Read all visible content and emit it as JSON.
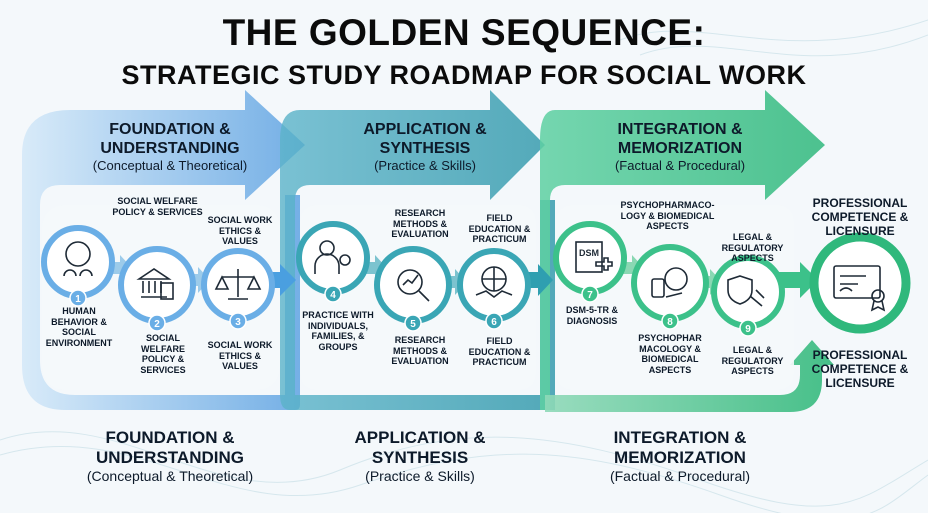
{
  "title": {
    "line1": "THE GOLDEN SEQUENCE:",
    "line2": "STRATEGIC STUDY ROADMAP FOR SOCIAL WORK"
  },
  "phases": [
    {
      "title_line1": "FOUNDATION &",
      "title_line2": "UNDERSTANDING",
      "subtitle": "(Conceptual & Theoretical)",
      "color": "#4a9fe0"
    },
    {
      "title_line1": "APPLICATION &",
      "title_line2": "SYNTHESIS",
      "subtitle": "(Practice & Skills)",
      "color": "#2f9fb0"
    },
    {
      "title_line1": "INTEGRATION &",
      "title_line2": "MEMORIZATION",
      "subtitle": "(Factual & Procedural)",
      "color": "#3cc18a"
    }
  ],
  "steps": [
    {
      "num": "1",
      "label": "HUMAN BEHAVIOR & SOCIAL ENVIRONMENT",
      "icon": "brain-people-icon"
    },
    {
      "num": "2",
      "top_label": "SOCIAL WELFARE POLICY & SERVICES",
      "label": "SOCIAL WELFARE POLICY & SERVICES",
      "icon": "capitol-building-icon"
    },
    {
      "num": "3",
      "top_label": "SOCIAL WORK ETHICS & VALUES",
      "label": "SOCIAL WORK ETHICS & VALUES",
      "icon": "scales-heart-icon"
    },
    {
      "num": "4",
      "label": "PRACTICE WITH INDIVIDUALS, FAMILIES, & GROUPS",
      "icon": "practitioner-family-icon"
    },
    {
      "num": "5",
      "top_label": "RESEARCH METHODS & EVALUATION",
      "label": "RESEARCH METHODS & EVALUATION",
      "icon": "magnifier-chart-icon"
    },
    {
      "num": "6",
      "top_label": "FIELD EDUCATION & PRACTICUM",
      "label": "FIELD EDUCATION & PRACTICUM",
      "icon": "globe-handshake-icon"
    },
    {
      "num": "7",
      "label": "DSM-5-TR & DIAGNOSIS",
      "icon": "dsm-book-icon",
      "book_text": "DSM"
    },
    {
      "num": "8",
      "top_label": "PSYCHOPHARMACO-LOGY & BIOMEDICAL ASPECTS",
      "label": "PSYCHOPHAR MACOLOGY & BIOMEDICAL ASPECTS",
      "icon": "pill-brain-icon"
    },
    {
      "num": "9",
      "top_label": "LEGAL & REGULATORY ASPECTS",
      "label": "LEGAL & REGULATORY ASPECTS",
      "icon": "shield-gavel-icon"
    }
  ],
  "goal": {
    "top_label": "PROFESSIONAL COMPETENCE & LICENSURE",
    "label": "PROFESSIONAL COMPETENCE & LICENSURE",
    "icon": "certificate-icon"
  }
}
